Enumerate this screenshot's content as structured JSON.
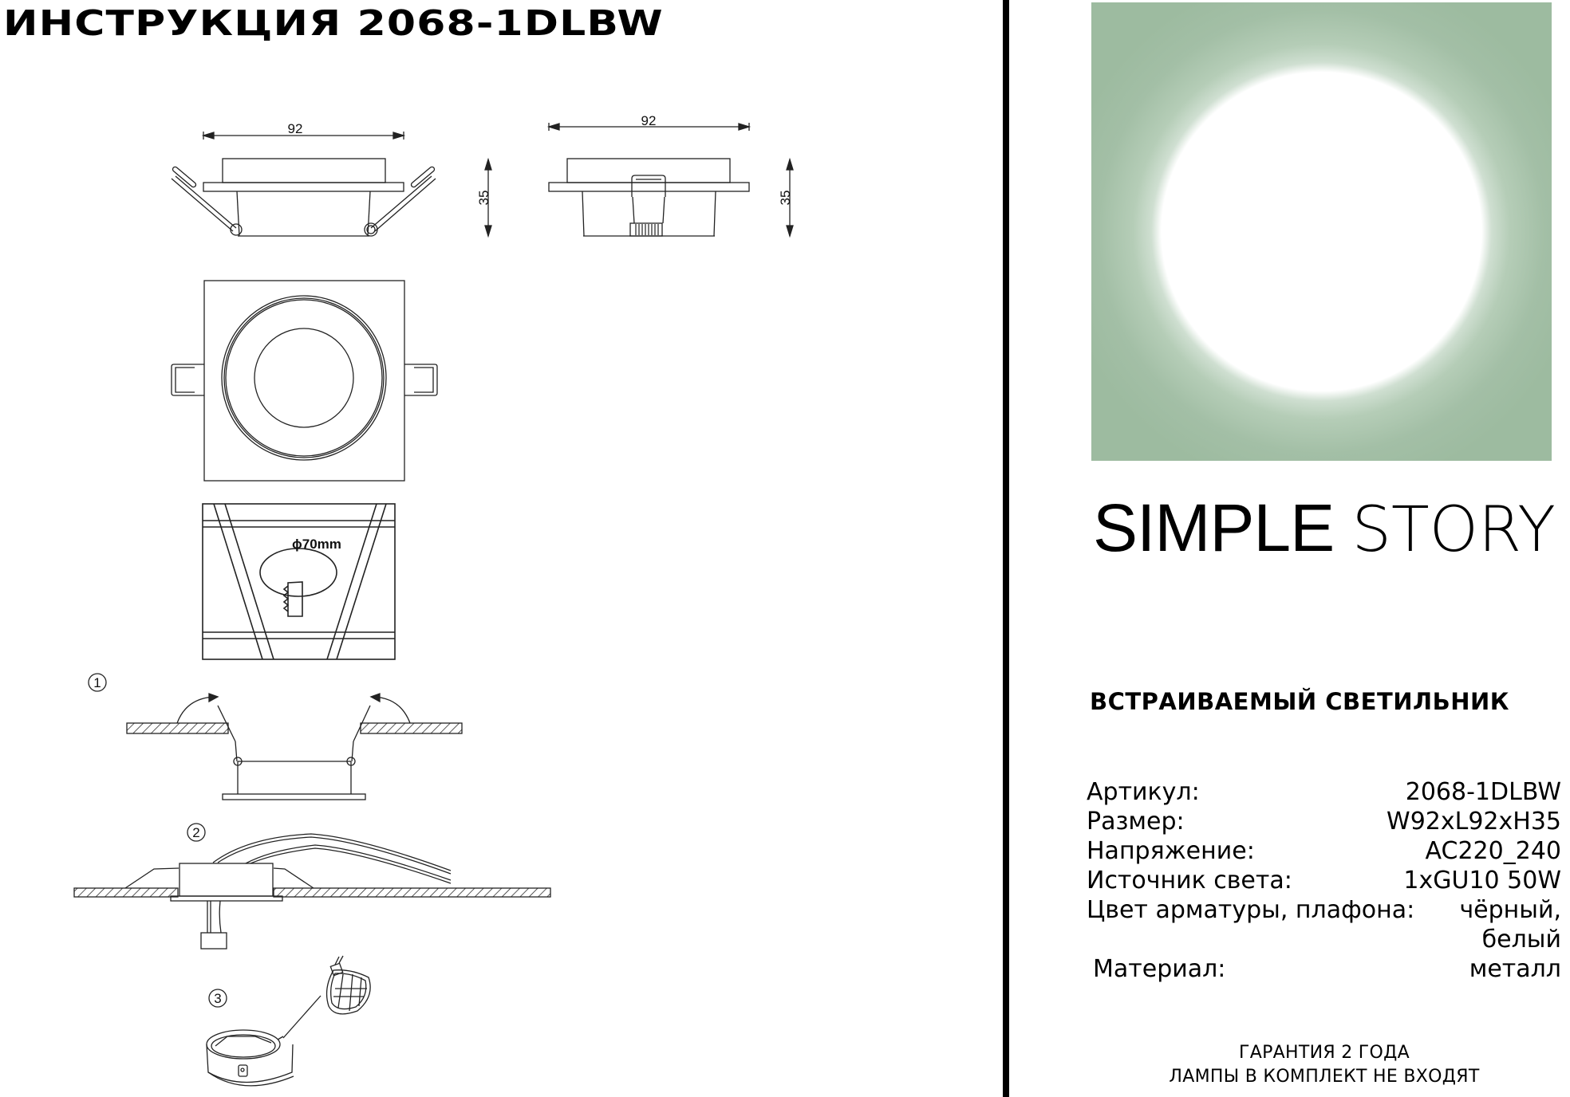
{
  "document": {
    "title": "ИНСТРУКЦИЯ 2068-1DLBW"
  },
  "drawings": {
    "side_view_1": {
      "width_label": "92",
      "height_label": "35"
    },
    "side_view_2": {
      "width_label": "92",
      "height_label": "35"
    },
    "top_view": {},
    "cutout": {
      "diameter_label": "ϕ70mm"
    },
    "steps": [
      {
        "number": "1"
      },
      {
        "number": "2"
      },
      {
        "number": "3"
      }
    ]
  },
  "brand": {
    "name_bold": "SIMPLE",
    "name_light": "STORY",
    "hero_color": "#9dbba0"
  },
  "product": {
    "type": "ВСТРАИВАЕМЫЙ СВЕТИЛЬНИК",
    "specs": [
      {
        "label": "Артикул:",
        "value": "2068-1DLBW"
      },
      {
        "label": "Размер:",
        "value": "W92xL92xH35"
      },
      {
        "label": "Напряжение:",
        "value": "AC220_240"
      },
      {
        "label": "Источник света:",
        "value": "1xGU10 50W"
      },
      {
        "label": "Цвет арматуры, плафона:",
        "value": "чёрный,",
        "value_cont": "белый"
      },
      {
        "label": "Материал:",
        "value": "металл"
      }
    ]
  },
  "footer": {
    "warranty": "ГАРАНТИЯ 2 ГОДА",
    "lamps_note": "ЛАМПЫ В КОМПЛЕКТ НЕ ВХОДЯТ"
  }
}
